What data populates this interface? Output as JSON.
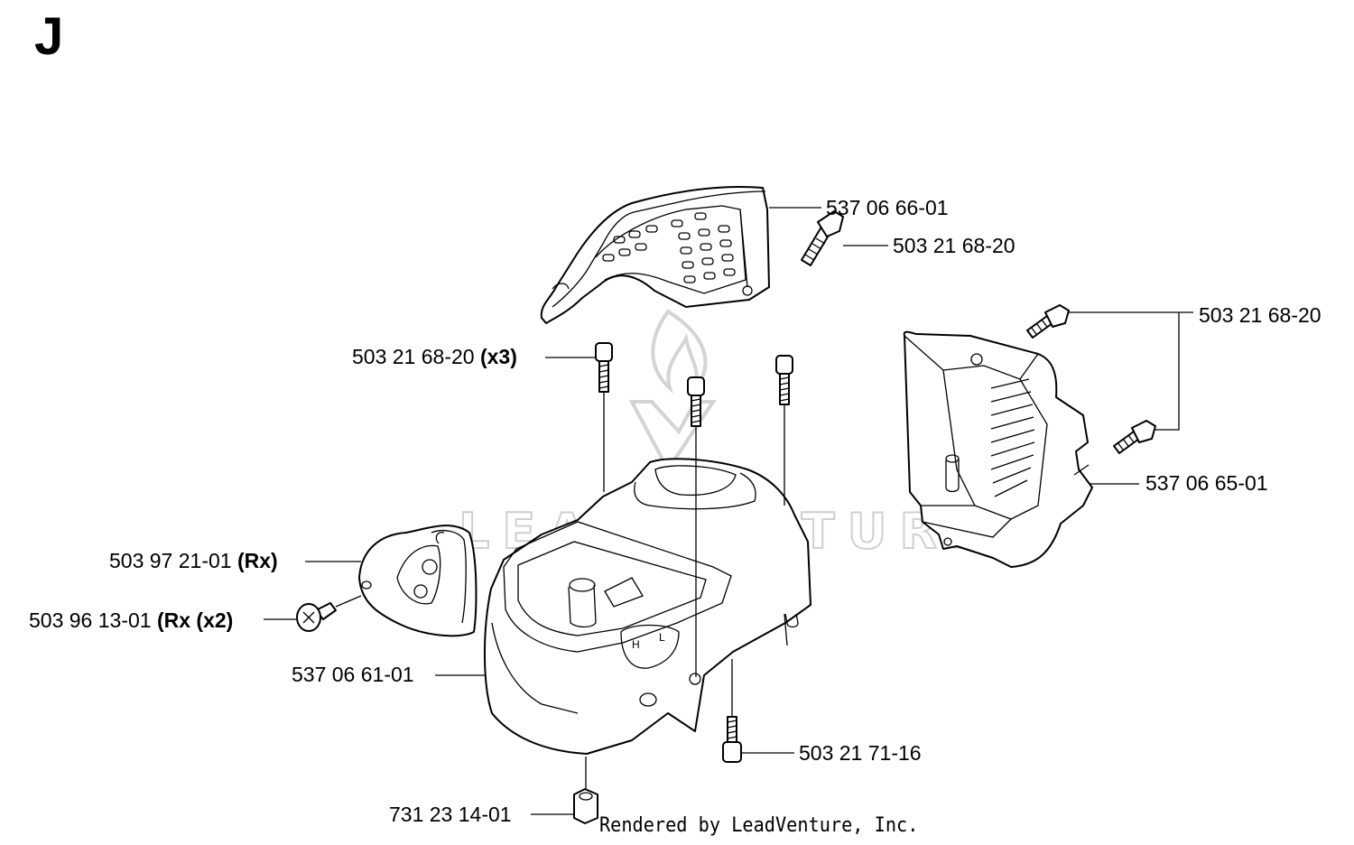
{
  "section_letter": "J",
  "footer": "Rendered by LeadVenture, Inc.",
  "watermark": "LEADVENTURE",
  "callouts": [
    {
      "id": "top-cover",
      "part": "537 06 66-01",
      "qualifier": ""
    },
    {
      "id": "top-cover-screw",
      "part": "503 21 68-20",
      "qualifier": ""
    },
    {
      "id": "right-cover-screws",
      "part": "503 21 68-20",
      "qualifier": ""
    },
    {
      "id": "cylinder-screws",
      "part": "503 21 68-20",
      "qualifier": "(x3)"
    },
    {
      "id": "right-cover",
      "part": "537 06 65-01",
      "qualifier": ""
    },
    {
      "id": "small-shield",
      "part": "503 97 21-01",
      "qualifier": "(Rx)"
    },
    {
      "id": "shield-screws",
      "part": "503 96 13-01",
      "qualifier": "(Rx (x2)"
    },
    {
      "id": "cylinder-cover",
      "part": "537 06 61-01",
      "qualifier": ""
    },
    {
      "id": "bottom-screw",
      "part": "503 21 71-16",
      "qualifier": ""
    },
    {
      "id": "nut",
      "part": "731 23 14-01",
      "qualifier": ""
    }
  ]
}
